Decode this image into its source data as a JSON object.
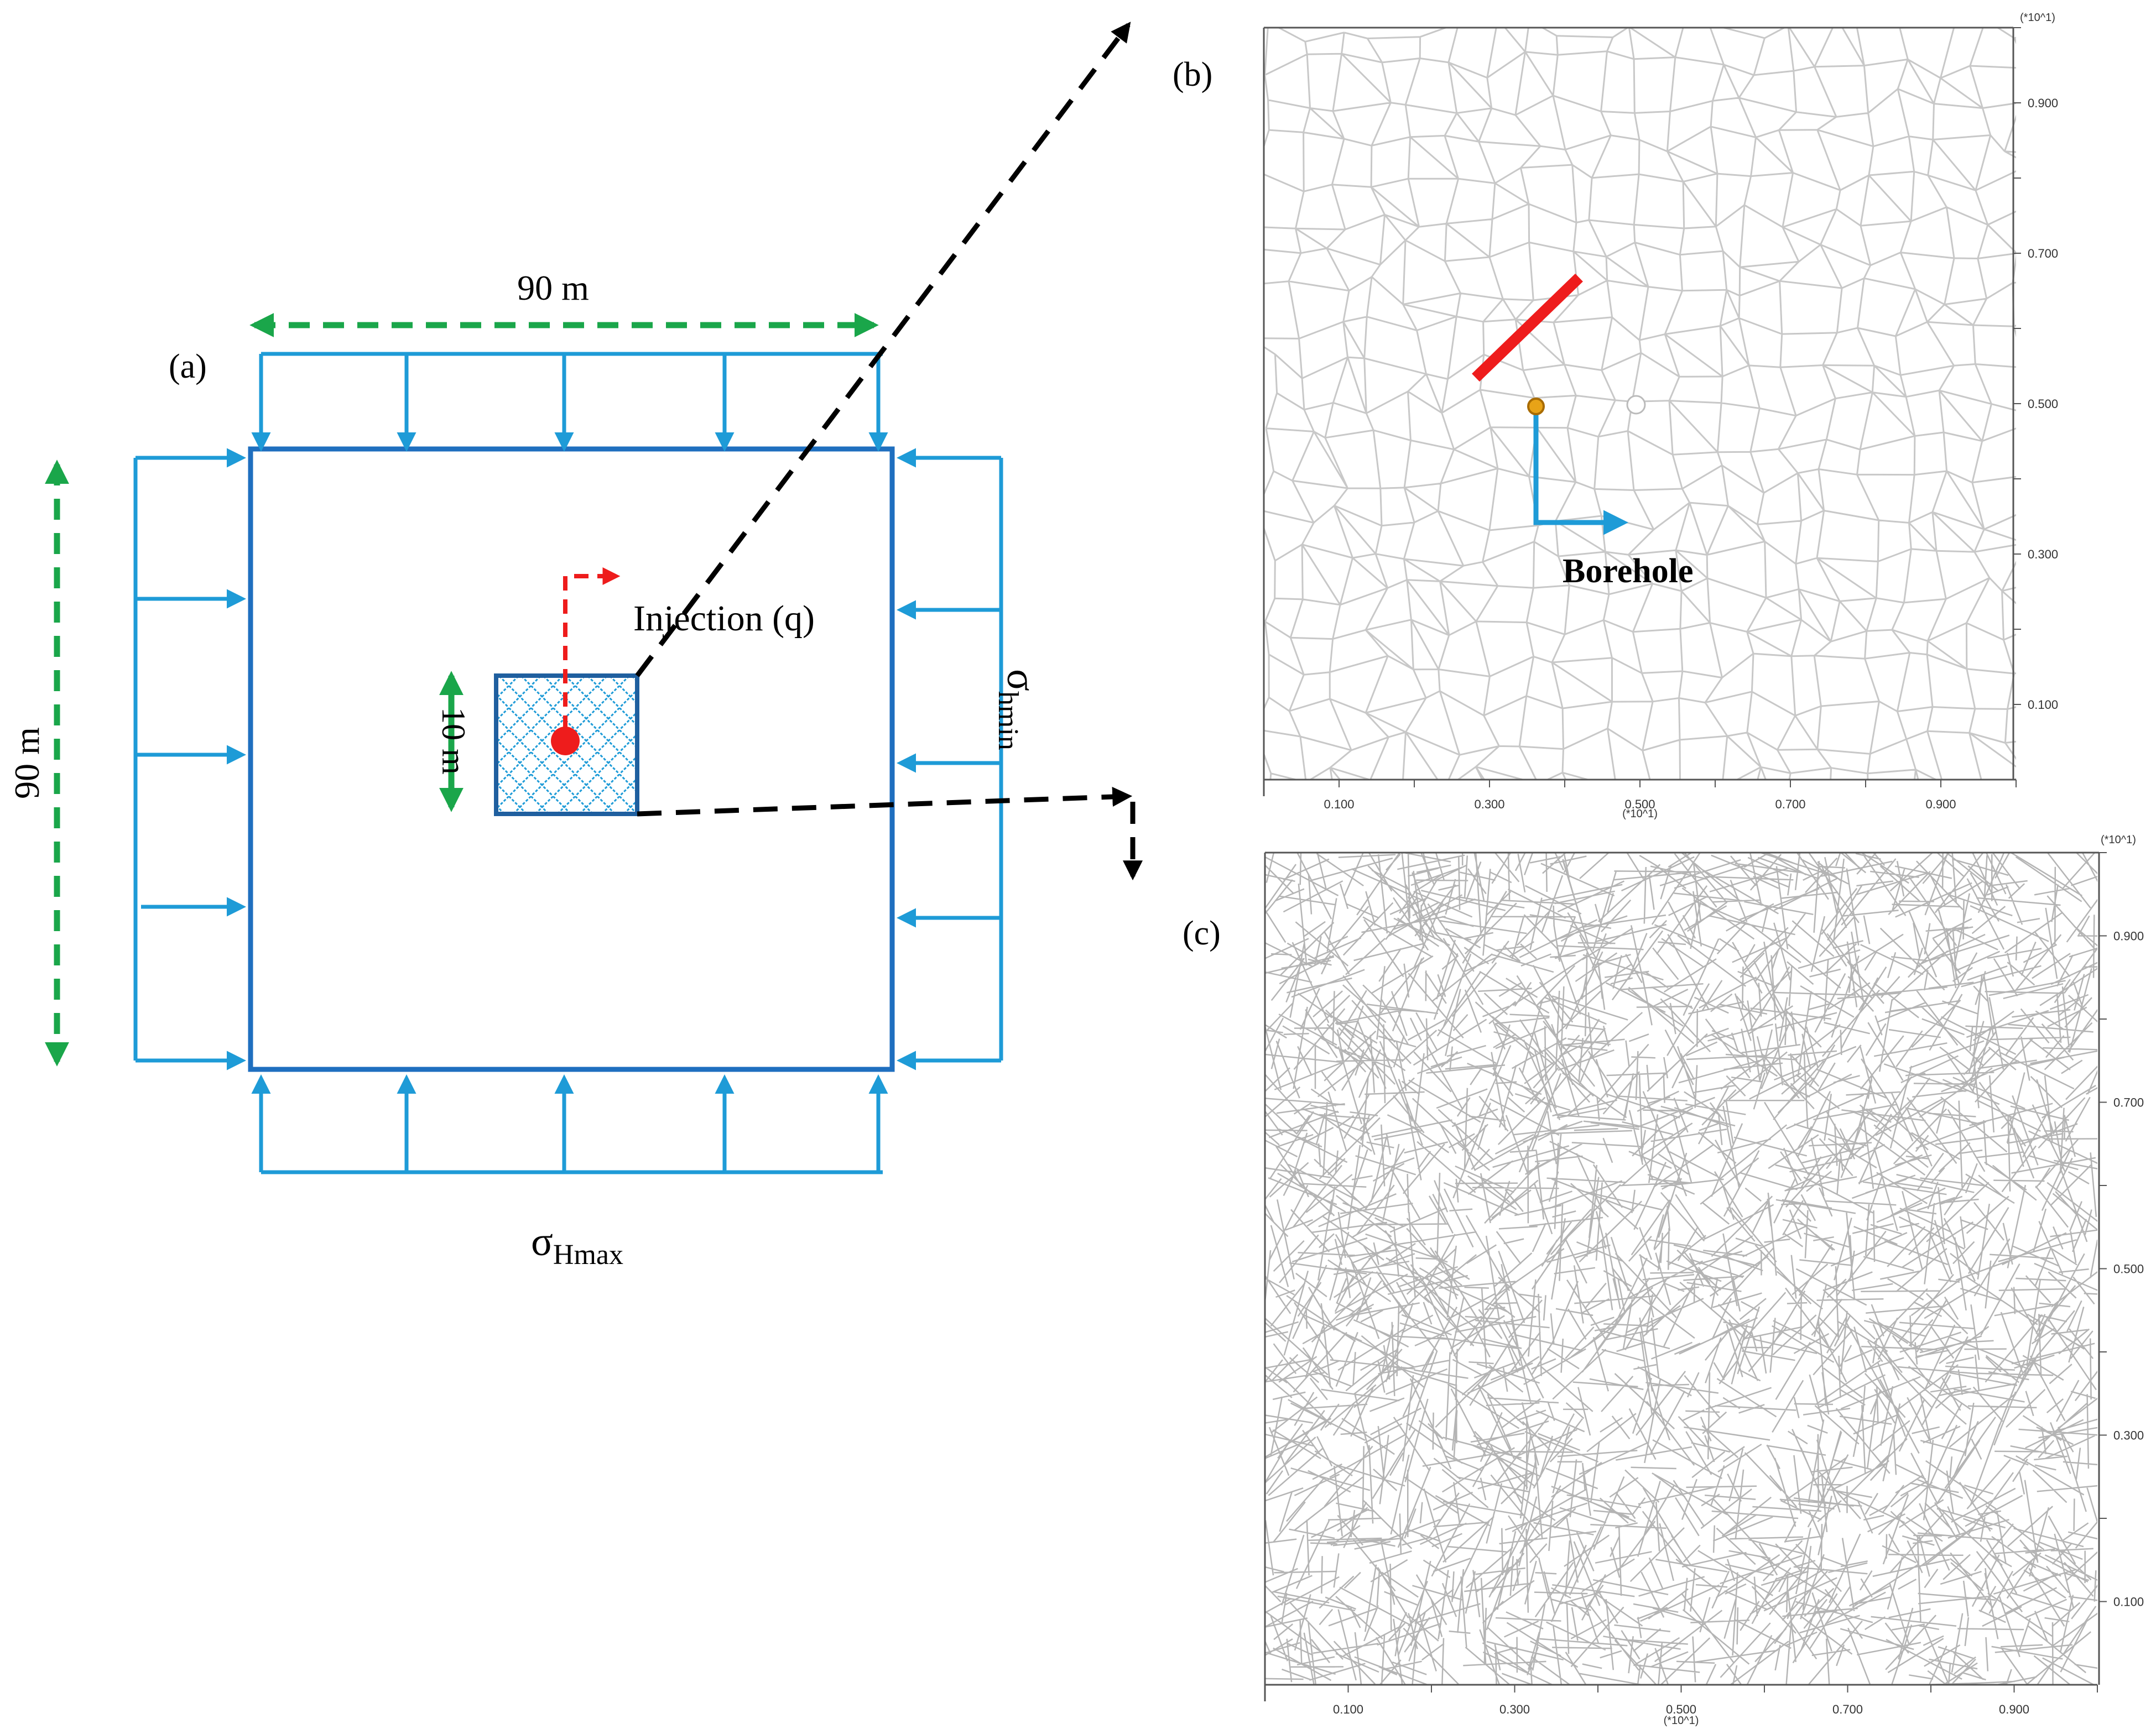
{
  "panel_a": {
    "label": "(a)",
    "width_label": "90 m",
    "height_label": "90 m",
    "inner_label": "10 m",
    "injection_label": "Injection (q)",
    "sigma_hmin_main": "σ",
    "sigma_hmin_sub": "hmin",
    "sigma_hmax_main": "σ",
    "sigma_hmax_sub": "Hmax",
    "colors": {
      "stress_arrow": "#1e9bd7",
      "boundary": "#1f6fbf",
      "dimension": "#1aa64a",
      "injection": "#ee1c1c",
      "hatch": "#1e9bd7",
      "leader": "#000000"
    }
  },
  "panel_b": {
    "label": "(b)",
    "mesh": "voronoi",
    "borehole_label": "Borehole",
    "x_ticks": [
      "0.100",
      "0.300",
      "0.500",
      "0.700",
      "0.900"
    ],
    "y_ticks": [
      "0.900",
      "0.700",
      "0.500",
      "0.300",
      "0.100"
    ],
    "x_multiplier": "(*10^1)",
    "y_multiplier": "(*10^1)",
    "colors": {
      "fracture": "#ee1c1c",
      "borehole": "#e8a317",
      "axis_arrow": "#1e9bd7",
      "mesh": "#c8c8c8"
    }
  },
  "panel_c": {
    "label": "(c)",
    "mesh": "discrete fracture network",
    "x_ticks": [
      "0.100",
      "0.300",
      "0.500",
      "0.700",
      "0.900"
    ],
    "y_ticks": [
      "0.900",
      "0.700",
      "0.500",
      "0.300",
      "0.100"
    ],
    "x_multiplier": "(*10^1)",
    "y_multiplier": "(*10^1)",
    "colors": {
      "mesh": "#b4b4b4"
    }
  }
}
